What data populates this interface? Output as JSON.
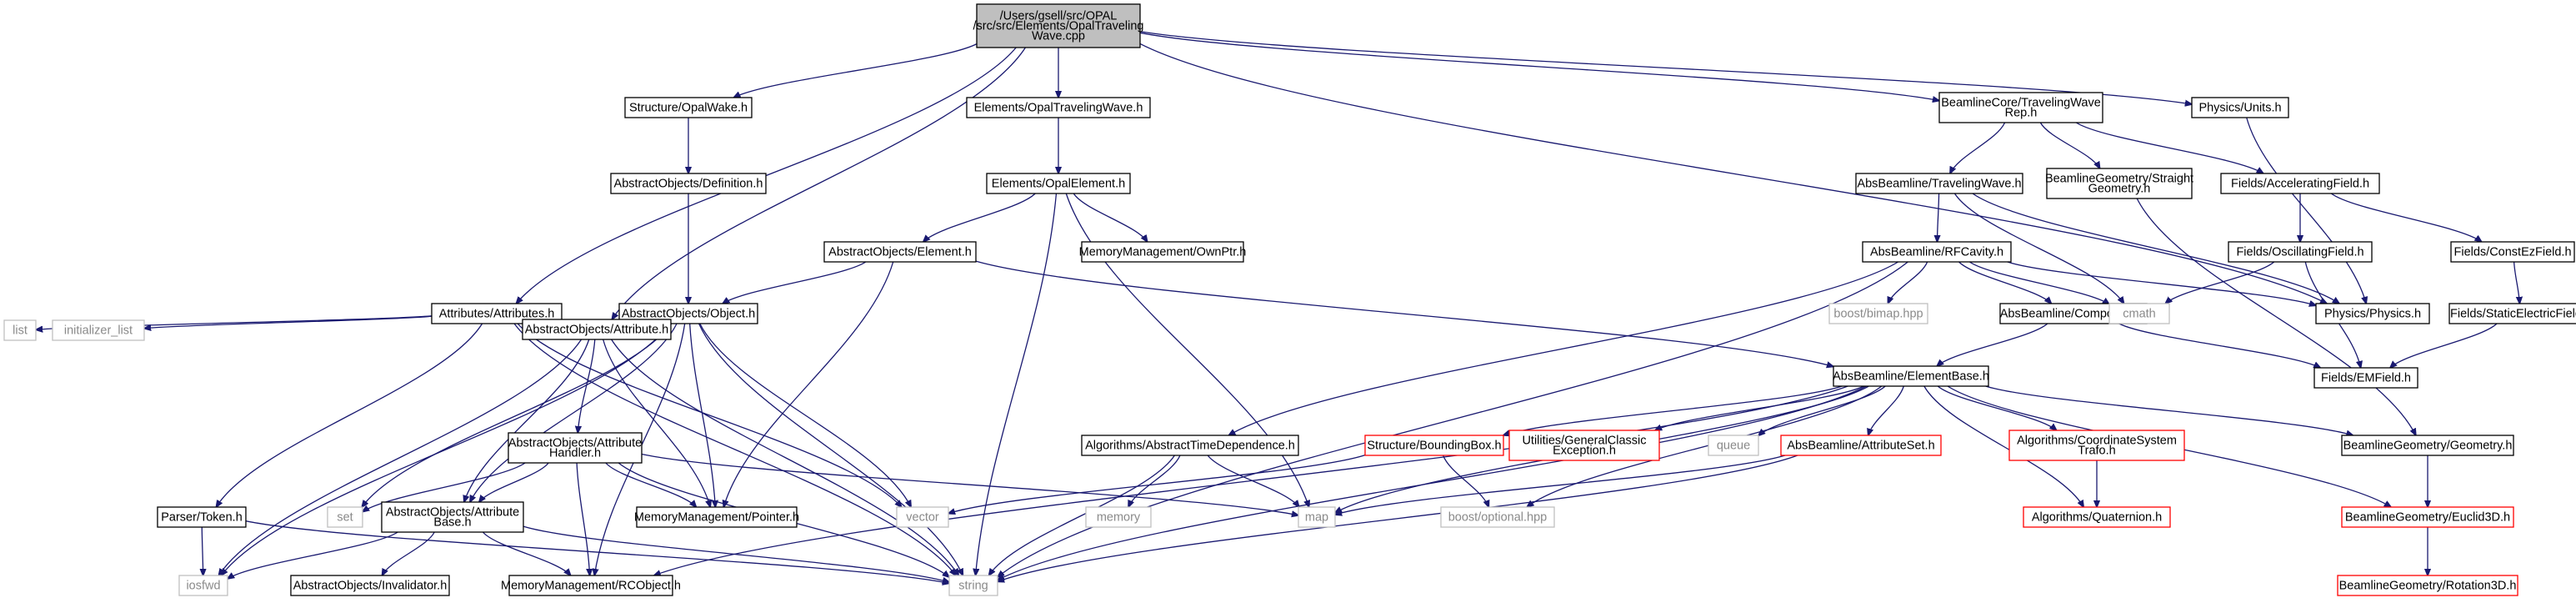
{
  "graph": {
    "nodes": [
      {
        "id": "root",
        "lines": [
          "/Users/gsell/src/OPAL",
          "/src/src/Elements/OpalTraveling",
          "Wave.cpp"
        ],
        "style": "root"
      },
      {
        "id": "structure_opalwake",
        "lines": [
          "Structure/OpalWake.h"
        ],
        "style": "normal"
      },
      {
        "id": "elements_opaltw",
        "lines": [
          "Elements/OpalTravelingWave.h"
        ],
        "style": "normal"
      },
      {
        "id": "bc_twrep",
        "lines": [
          "BeamlineCore/TravelingWave",
          "Rep.h"
        ],
        "style": "normal"
      },
      {
        "id": "physics_units",
        "lines": [
          "Physics/Units.h"
        ],
        "style": "normal"
      },
      {
        "id": "ao_definition",
        "lines": [
          "AbstractObjects/Definition.h"
        ],
        "style": "normal"
      },
      {
        "id": "elements_opalelement",
        "lines": [
          "Elements/OpalElement.h"
        ],
        "style": "normal"
      },
      {
        "id": "ab_travelingwave",
        "lines": [
          "AbsBeamline/TravelingWave.h"
        ],
        "style": "normal"
      },
      {
        "id": "bg_straight",
        "lines": [
          "BeamlineGeometry/Straight",
          "Geometry.h"
        ],
        "style": "normal"
      },
      {
        "id": "fields_accel",
        "lines": [
          "Fields/AcceleratingField.h"
        ],
        "style": "normal"
      },
      {
        "id": "ao_element",
        "lines": [
          "AbstractObjects/Element.h"
        ],
        "style": "normal"
      },
      {
        "id": "mm_ownptr",
        "lines": [
          "MemoryManagement/OwnPtr.h"
        ],
        "style": "normal"
      },
      {
        "id": "ab_rfcavity",
        "lines": [
          "AbsBeamline/RFCavity.h"
        ],
        "style": "normal"
      },
      {
        "id": "fields_osc",
        "lines": [
          "Fields/OscillatingField.h"
        ],
        "style": "normal"
      },
      {
        "id": "fields_constez",
        "lines": [
          "Fields/ConstEzField.h"
        ],
        "style": "normal"
      },
      {
        "id": "attr_attributes",
        "lines": [
          "Attributes/Attributes.h"
        ],
        "style": "normal"
      },
      {
        "id": "ao_object",
        "lines": [
          "AbstractObjects/Object.h"
        ],
        "style": "normal"
      },
      {
        "id": "boost_bimap",
        "lines": [
          "boost/bimap.hpp"
        ],
        "style": "grey"
      },
      {
        "id": "ab_component",
        "lines": [
          "AbsBeamline/Component.h"
        ],
        "style": "normal"
      },
      {
        "id": "cmath",
        "lines": [
          "cmath"
        ],
        "style": "grey"
      },
      {
        "id": "physics_physics",
        "lines": [
          "Physics/Physics.h"
        ],
        "style": "normal"
      },
      {
        "id": "fields_static",
        "lines": [
          "Fields/StaticElectricField.h"
        ],
        "style": "normal"
      },
      {
        "id": "list",
        "lines": [
          "list"
        ],
        "style": "grey"
      },
      {
        "id": "initializer_list",
        "lines": [
          "initializer_list"
        ],
        "style": "grey"
      },
      {
        "id": "ao_attribute",
        "lines": [
          "AbstractObjects/Attribute.h"
        ],
        "style": "normal"
      },
      {
        "id": "fields_emfield",
        "lines": [
          "Fields/EMField.h"
        ],
        "style": "normal"
      },
      {
        "id": "ab_elementbase",
        "lines": [
          "AbsBeamline/ElementBase.h"
        ],
        "style": "normal"
      },
      {
        "id": "ao_attrhandler",
        "lines": [
          "AbstractObjects/Attribute",
          "Handler.h"
        ],
        "style": "normal"
      },
      {
        "id": "alg_atd",
        "lines": [
          "Algorithms/AbstractTimeDependence.h"
        ],
        "style": "normal"
      },
      {
        "id": "st_boundingbox",
        "lines": [
          "Structure/BoundingBox.h"
        ],
        "style": "red"
      },
      {
        "id": "util_gce",
        "lines": [
          "Utilities/GeneralClassic",
          "Exception.h"
        ],
        "style": "red"
      },
      {
        "id": "queue",
        "lines": [
          "queue"
        ],
        "style": "grey"
      },
      {
        "id": "ab_attributeset",
        "lines": [
          "AbsBeamline/AttributeSet.h"
        ],
        "style": "red"
      },
      {
        "id": "alg_cst",
        "lines": [
          "Algorithms/CoordinateSystem",
          "Trafo.h"
        ],
        "style": "red"
      },
      {
        "id": "bg_geometry",
        "lines": [
          "BeamlineGeometry/Geometry.h"
        ],
        "style": "normal"
      },
      {
        "id": "parser_token",
        "lines": [
          "Parser/Token.h"
        ],
        "style": "normal"
      },
      {
        "id": "set",
        "lines": [
          "set"
        ],
        "style": "grey"
      },
      {
        "id": "ao_attrbase",
        "lines": [
          "AbstractObjects/Attribute",
          "Base.h"
        ],
        "style": "normal"
      },
      {
        "id": "mm_pointer",
        "lines": [
          "MemoryManagement/Pointer.h"
        ],
        "style": "normal"
      },
      {
        "id": "vector",
        "lines": [
          "vector"
        ],
        "style": "grey"
      },
      {
        "id": "memory",
        "lines": [
          "memory"
        ],
        "style": "grey"
      },
      {
        "id": "map",
        "lines": [
          "map"
        ],
        "style": "grey"
      },
      {
        "id": "boost_optional",
        "lines": [
          "boost/optional.hpp"
        ],
        "style": "grey"
      },
      {
        "id": "alg_quaternion",
        "lines": [
          "Algorithms/Quaternion.h"
        ],
        "style": "red"
      },
      {
        "id": "bg_euclid3d",
        "lines": [
          "BeamlineGeometry/Euclid3D.h"
        ],
        "style": "red"
      },
      {
        "id": "iosfwd",
        "lines": [
          "iosfwd"
        ],
        "style": "grey"
      },
      {
        "id": "ao_invalidator",
        "lines": [
          "AbstractObjects/Invalidator.h"
        ],
        "style": "normal"
      },
      {
        "id": "mm_rcobject",
        "lines": [
          "MemoryManagement/RCObject.h"
        ],
        "style": "normal"
      },
      {
        "id": "string",
        "lines": [
          "string"
        ],
        "style": "grey"
      },
      {
        "id": "bg_rotation3d",
        "lines": [
          "BeamlineGeometry/Rotation3D.h"
        ],
        "style": "red"
      }
    ],
    "edges": [
      [
        "root",
        "structure_opalwake"
      ],
      [
        "root",
        "elements_opaltw"
      ],
      [
        "root",
        "bc_twrep"
      ],
      [
        "root",
        "physics_units"
      ],
      [
        "root",
        "attr_attributes"
      ],
      [
        "root",
        "ao_attribute"
      ],
      [
        "root",
        "physics_physics"
      ],
      [
        "structure_opalwake",
        "ao_definition"
      ],
      [
        "ao_definition",
        "ao_object"
      ],
      [
        "elements_opaltw",
        "elements_opalelement"
      ],
      [
        "elements_opalelement",
        "ao_element"
      ],
      [
        "elements_opalelement",
        "mm_ownptr"
      ],
      [
        "elements_opalelement",
        "string"
      ],
      [
        "elements_opalelement",
        "map"
      ],
      [
        "bc_twrep",
        "ab_travelingwave"
      ],
      [
        "bc_twrep",
        "bg_straight"
      ],
      [
        "bc_twrep",
        "fields_accel"
      ],
      [
        "physics_units",
        "physics_physics"
      ],
      [
        "ab_travelingwave",
        "ab_rfcavity"
      ],
      [
        "ab_travelingwave",
        "cmath"
      ],
      [
        "ab_travelingwave",
        "physics_physics"
      ],
      [
        "bg_straight",
        "bg_geometry"
      ],
      [
        "fields_accel",
        "fields_osc"
      ],
      [
        "fields_accel",
        "fields_constez"
      ],
      [
        "fields_osc",
        "fields_emfield"
      ],
      [
        "fields_osc",
        "cmath"
      ],
      [
        "fields_constez",
        "fields_static"
      ],
      [
        "fields_static",
        "fields_emfield"
      ],
      [
        "ab_rfcavity",
        "ab_component"
      ],
      [
        "ab_rfcavity",
        "boost_bimap"
      ],
      [
        "ab_rfcavity",
        "cmath"
      ],
      [
        "ab_rfcavity",
        "physics_physics"
      ],
      [
        "ab_rfcavity",
        "alg_atd"
      ],
      [
        "ab_rfcavity",
        "string"
      ],
      [
        "ab_component",
        "ab_elementbase"
      ],
      [
        "ab_component",
        "fields_emfield"
      ],
      [
        "ao_element",
        "ab_elementbase"
      ],
      [
        "ao_element",
        "ao_object"
      ],
      [
        "ao_element",
        "mm_pointer"
      ],
      [
        "attr_attributes",
        "list"
      ],
      [
        "attr_attributes",
        "initializer_list"
      ],
      [
        "attr_attributes",
        "ao_attribute"
      ],
      [
        "attr_attributes",
        "parser_token"
      ],
      [
        "attr_attributes",
        "string"
      ],
      [
        "attr_attributes",
        "vector"
      ],
      [
        "ao_object",
        "ao_attribute"
      ],
      [
        "ao_object",
        "ao_attrbase"
      ],
      [
        "ao_object",
        "mm_pointer"
      ],
      [
        "ao_object",
        "mm_rcobject"
      ],
      [
        "ao_object",
        "set"
      ],
      [
        "ao_object",
        "vector"
      ],
      [
        "ao_object",
        "string"
      ],
      [
        "ao_object",
        "iosfwd"
      ],
      [
        "ao_attribute",
        "ao_attrhandler"
      ],
      [
        "ao_attribute",
        "ao_attrbase"
      ],
      [
        "ao_attribute",
        "mm_pointer"
      ],
      [
        "ao_attribute",
        "iosfwd"
      ],
      [
        "ao_attribute",
        "string"
      ],
      [
        "ao_attrhandler",
        "set"
      ],
      [
        "ao_attrhandler",
        "ao_attrbase"
      ],
      [
        "ao_attrhandler",
        "mm_pointer"
      ],
      [
        "ao_attrhandler",
        "mm_rcobject"
      ],
      [
        "ao_attrhandler",
        "map"
      ],
      [
        "ao_attrhandler",
        "string"
      ],
      [
        "ao_attrbase",
        "ao_invalidator"
      ],
      [
        "ao_attrbase",
        "mm_rcobject"
      ],
      [
        "ao_attrbase",
        "iosfwd"
      ],
      [
        "ao_attrbase",
        "string"
      ],
      [
        "parser_token",
        "iosfwd"
      ],
      [
        "parser_token",
        "string"
      ],
      [
        "ab_elementbase",
        "st_boundingbox"
      ],
      [
        "ab_elementbase",
        "util_gce"
      ],
      [
        "ab_elementbase",
        "queue"
      ],
      [
        "ab_elementbase",
        "ab_attributeset"
      ],
      [
        "ab_elementbase",
        "alg_cst"
      ],
      [
        "ab_elementbase",
        "bg_geometry"
      ],
      [
        "ab_elementbase",
        "bg_euclid3d"
      ],
      [
        "ab_elementbase",
        "alg_quaternion"
      ],
      [
        "ab_elementbase",
        "map"
      ],
      [
        "ab_elementbase",
        "boost_optional"
      ],
      [
        "ab_elementbase",
        "mm_rcobject"
      ],
      [
        "ab_elementbase",
        "string"
      ],
      [
        "alg_atd",
        "memory"
      ],
      [
        "alg_atd",
        "map"
      ],
      [
        "alg_atd",
        "string"
      ],
      [
        "st_boundingbox",
        "vector"
      ],
      [
        "st_boundingbox",
        "boost_optional"
      ],
      [
        "ab_attributeset",
        "map"
      ],
      [
        "ab_attributeset",
        "string"
      ],
      [
        "alg_cst",
        "alg_quaternion"
      ],
      [
        "bg_geometry",
        "bg_euclid3d"
      ],
      [
        "bg_euclid3d",
        "bg_rotation3d"
      ]
    ]
  }
}
